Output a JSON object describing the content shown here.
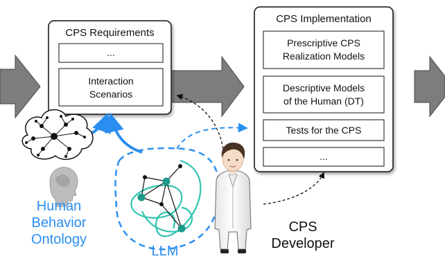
{
  "requirements": {
    "title": "CPS Requirements",
    "items": [
      "...",
      "Interaction\nScenarios"
    ]
  },
  "implementation": {
    "title": "CPS Implementation",
    "items": [
      "Prescriptive CPS\nRealization Models",
      "Descriptive Models\nof the Human (DT)",
      "Tests for the CPS",
      "..."
    ]
  },
  "labels": {
    "ontology": "Human\nBehavior\nOntology",
    "llm": "LLM",
    "developer": "CPS\nDeveloper"
  },
  "colors": {
    "blue": "#2a8ef0",
    "teal": "#2ec4b0",
    "arrow_gray": "#7a7a7a",
    "box_border": "#111111"
  }
}
